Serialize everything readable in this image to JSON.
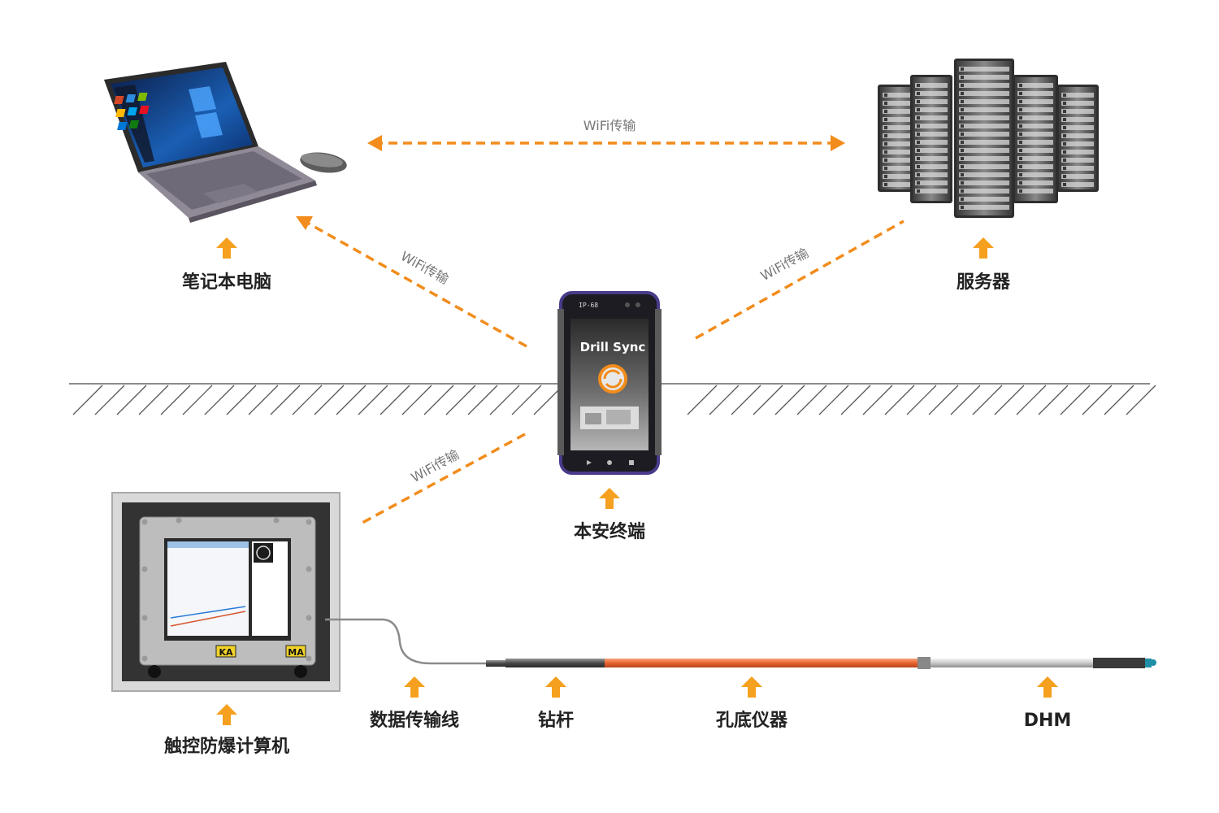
{
  "labels": {
    "laptop": "笔记本电脑",
    "server": "服务器",
    "terminal": "本安终端",
    "computer": "触控防爆计算机",
    "cable": "数据传输线",
    "rod": "钻杆",
    "instrument": "孔底仪器",
    "dhm": "DHM"
  },
  "links": {
    "laptop_server": "WiFi传输",
    "terminal_laptop": "WiFi传输",
    "terminal_server": "WiFi传输",
    "terminal_computer": "WiFi传输"
  },
  "terminal_screen": {
    "app_name": "Drill Sync",
    "rating": "IP-68"
  },
  "badges": {
    "ka": "KA",
    "ma": "MA"
  },
  "colors": {
    "link_orange": "#f28c1c",
    "arrow_orange": "#f5a01e",
    "label": "#222222",
    "link_text": "#777777"
  },
  "icons": [
    "laptop-icon",
    "mouse-icon",
    "server-rack-icon",
    "rugged-terminal-icon",
    "explosion-proof-computer-icon",
    "drill-rod-icon"
  ]
}
